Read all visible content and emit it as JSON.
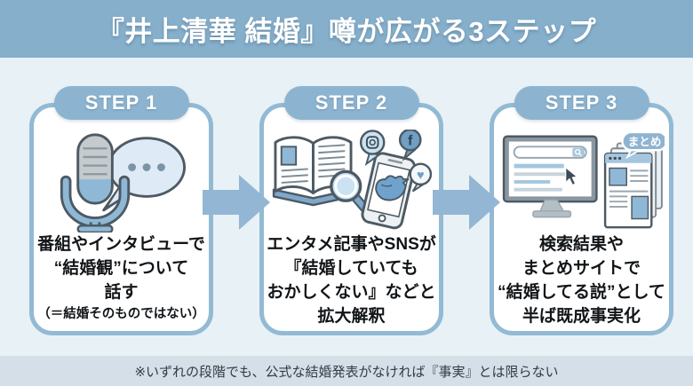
{
  "banner": {
    "title": "『井上清華 結婚』噂が広がる3ステップ"
  },
  "steps": [
    {
      "label": "STEP 1",
      "line1": "番組やインタビューで",
      "line2": "“結婚観”について",
      "line3": "話す",
      "note": "（＝結婚そのものではない）",
      "icons": [
        "microphone-icon",
        "speech-bubble-icon"
      ]
    },
    {
      "label": "STEP 2",
      "line1": "エンタメ記事やSNSが",
      "line2": "『結婚していても",
      "line3": "おかしくない』などと",
      "line4": "拡大解釈",
      "icons": [
        "magazine-icon",
        "magnifier-icon",
        "smartphone-icon",
        "twitter-bird-icon",
        "instagram-bubble-icon",
        "facebook-bubble-icon",
        "heart-bubble-icon"
      ]
    },
    {
      "label": "STEP 3",
      "line1": "検索結果や",
      "line2": "まとめサイトで",
      "line3": "“結婚してる説”として",
      "line4": "半ば既成事実化",
      "bubble": "まとめ",
      "icons": [
        "monitor-search-icon",
        "cursor-icon",
        "webpages-stack-icon",
        "matome-bubble-icon"
      ]
    }
  ],
  "footnote": "※いずれの段階でも、公式な結婚発表がなければ『事実』とは限らない",
  "colors": {
    "banner": "#85AFCB",
    "background": "#E8F1F5",
    "footnote_band": "#D4DFE8",
    "step_pill": "#8CB4D1",
    "box_border": "#93BAD4",
    "box_fill": "#FFFFFF",
    "arrow": "#93B6D4",
    "text": "#111518",
    "icon_blue": "#8FB8D6",
    "icon_light_blue": "#CBE2F2",
    "icon_outline": "#4D5A63"
  }
}
